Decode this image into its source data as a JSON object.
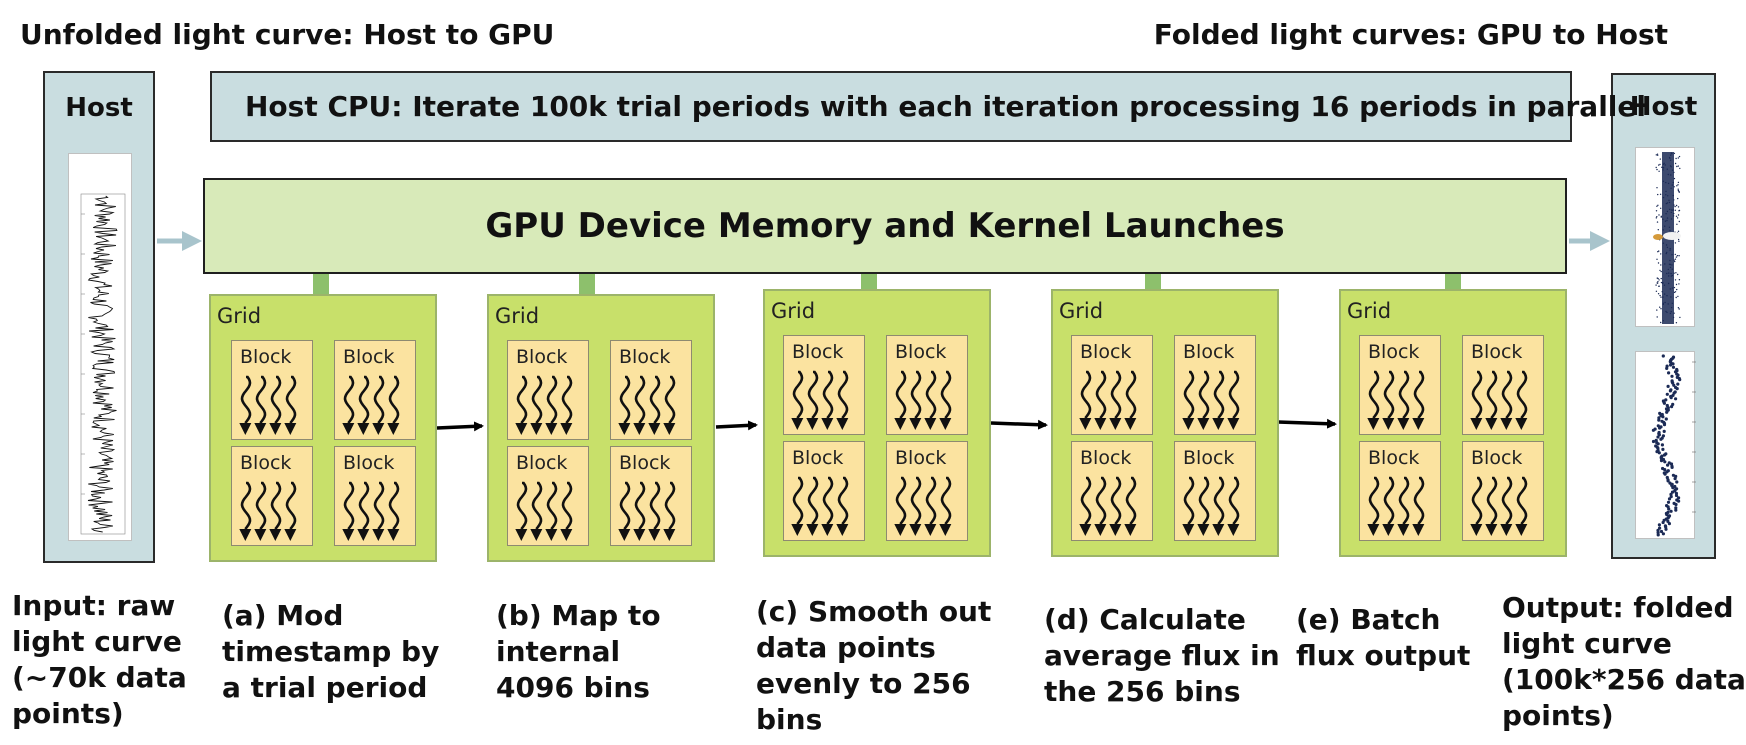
{
  "titles": {
    "left": "Unfolded light curve: Host to GPU",
    "right": "Folded light curves: GPU to Host"
  },
  "host_left": {
    "label": "Host"
  },
  "host_right": {
    "label": "Host"
  },
  "host_cpu": {
    "text": "Host CPU: Iterate 100k trial periods with each iteration processing 16 periods in parallel"
  },
  "gpu_memory": {
    "text": "GPU Device Memory and Kernel Launches"
  },
  "grids": [
    {
      "label": "Grid",
      "blocks": [
        "Block",
        "Block",
        "Block",
        "Block"
      ]
    },
    {
      "label": "Grid",
      "blocks": [
        "Block",
        "Block",
        "Block",
        "Block"
      ]
    },
    {
      "label": "Grid",
      "blocks": [
        "Block",
        "Block",
        "Block",
        "Block"
      ]
    },
    {
      "label": "Grid",
      "blocks": [
        "Block",
        "Block",
        "Block",
        "Block"
      ]
    },
    {
      "label": "Grid",
      "blocks": [
        "Block",
        "Block",
        "Block",
        "Block"
      ]
    }
  ],
  "captions": {
    "input": [
      "Input: raw",
      "light curve",
      "(~70k data",
      "points)"
    ],
    "a": [
      "(a) Mod",
      "timestamp by",
      "a trial period"
    ],
    "b": [
      "(b) Map to",
      "internal",
      "4096 bins"
    ],
    "c": [
      "(c) Smooth out",
      "data points",
      "evenly to 256",
      "bins"
    ],
    "d": [
      "(d) Calculate",
      "average flux in",
      "the 256 bins"
    ],
    "e": [
      "(e) Batch",
      "flux output"
    ],
    "output": [
      "Output: folded",
      "light curve",
      "(100k*256 data",
      "points)"
    ]
  },
  "colors": {
    "host": "#c9dde0",
    "gpu_memory": "#d8eab9",
    "grid": "#c8e06a",
    "block": "#fbe3a0",
    "connector": "#8dc06c",
    "host_arrow": "#a8c4cc",
    "flow_arrow": "#000000"
  },
  "icons": {
    "thread": "wavy-thread-arrow-icon",
    "raw_curve": "raw-light-curve-plot",
    "folded_curve": "folded-light-curve-plot"
  }
}
